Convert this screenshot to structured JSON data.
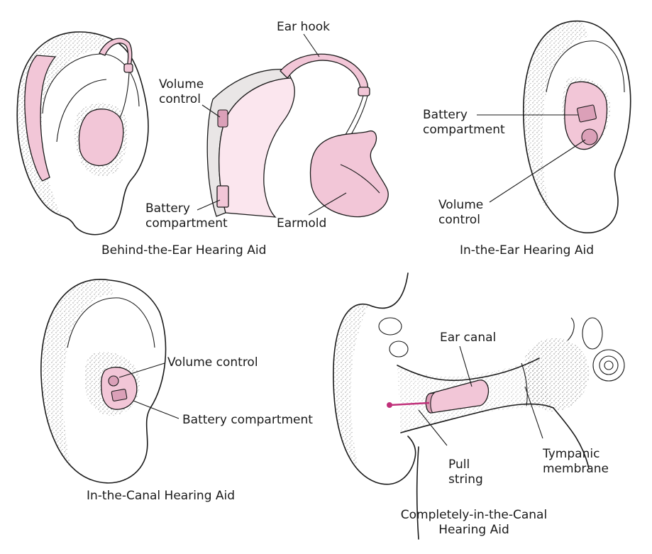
{
  "colors": {
    "aid_pink": "#f2c6d7",
    "aid_dark_pink": "#dba0b8",
    "aid_light_pink": "#fbe6ee",
    "case_gray": "#e9e6e6",
    "ink": "#1a1a1a",
    "pull_string": "#c0307a"
  },
  "panels": {
    "bte": {
      "caption": "Behind-the-Ear Hearing Aid",
      "labels": {
        "ear_hook": "Ear hook",
        "volume_control": [
          "Volume",
          "control"
        ],
        "battery_compartment": [
          "Battery",
          "compartment"
        ],
        "earmold": "Earmold"
      }
    },
    "ite": {
      "caption": "In-the-Ear Hearing Aid",
      "labels": {
        "battery_compartment": [
          "Battery",
          "compartment"
        ],
        "volume_control": [
          "Volume",
          "control"
        ]
      }
    },
    "itc": {
      "caption": "In-the-Canal Hearing Aid",
      "labels": {
        "volume_control": "Volume control",
        "battery_compartment": "Battery compartment"
      }
    },
    "cic": {
      "caption": [
        "Completely-in-the-Canal",
        "Hearing Aid"
      ],
      "labels": {
        "ear_canal": "Ear canal",
        "pull_string": [
          "Pull",
          "string"
        ],
        "tympanic_membrane": [
          "Tympanic",
          "membrane"
        ]
      }
    }
  }
}
